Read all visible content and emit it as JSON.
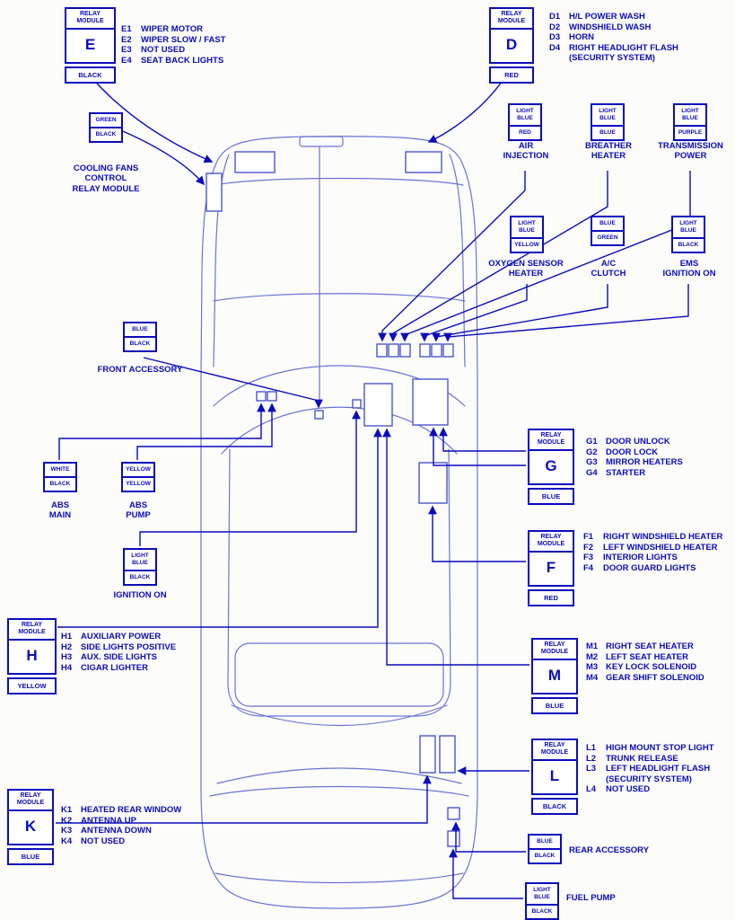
{
  "palette": {
    "ink": "#0b0bbe",
    "car_line": "#6a74d6",
    "background": "#fcfcfa"
  },
  "modules": {
    "e": {
      "header": "RELAY MODULE",
      "letter": "E",
      "color": "BLACK",
      "items": [
        {
          "code": "E1",
          "text": "WIPER MOTOR"
        },
        {
          "code": "E2",
          "text": "WIPER SLOW / FAST"
        },
        {
          "code": "E3",
          "text": "NOT USED"
        },
        {
          "code": "E4",
          "text": "SEAT BACK LIGHTS"
        }
      ]
    },
    "d": {
      "header": "RELAY MODULE",
      "letter": "D",
      "color": "RED",
      "items": [
        {
          "code": "D1",
          "text": "H/L POWER WASH"
        },
        {
          "code": "D2",
          "text": "WINDSHIELD WASH"
        },
        {
          "code": "D3",
          "text": "HORN"
        },
        {
          "code": "D4",
          "text": "RIGHT HEADLIGHT FLASH\n(SECURITY SYSTEM)"
        }
      ]
    },
    "g": {
      "header": "RELAY MODULE",
      "letter": "G",
      "color": "BLUE",
      "items": [
        {
          "code": "G1",
          "text": "DOOR UNLOCK"
        },
        {
          "code": "G2",
          "text": "DOOR LOCK"
        },
        {
          "code": "G3",
          "text": "MIRROR HEATERS"
        },
        {
          "code": "G4",
          "text": "STARTER"
        }
      ]
    },
    "f": {
      "header": "RELAY MODULE",
      "letter": "F",
      "color": "RED",
      "items": [
        {
          "code": "F1",
          "text": "RIGHT WINDSHIELD HEATER"
        },
        {
          "code": "F2",
          "text": "LEFT WINDSHIELD HEATER"
        },
        {
          "code": "F3",
          "text": "INTERIOR LIGHTS"
        },
        {
          "code": "F4",
          "text": "DOOR GUARD LIGHTS"
        }
      ]
    },
    "h": {
      "header": "RELAY MODULE",
      "letter": "H",
      "color": "YELLOW",
      "items": [
        {
          "code": "H1",
          "text": "AUXILIARY POWER"
        },
        {
          "code": "H2",
          "text": "SIDE LIGHTS POSITIVE"
        },
        {
          "code": "H3",
          "text": "AUX. SIDE LIGHTS"
        },
        {
          "code": "H4",
          "text": "CIGAR LIGHTER"
        }
      ]
    },
    "m": {
      "header": "RELAY MODULE",
      "letter": "M",
      "color": "BLUE",
      "items": [
        {
          "code": "M1",
          "text": "RIGHT SEAT HEATER"
        },
        {
          "code": "M2",
          "text": "LEFT SEAT HEATER"
        },
        {
          "code": "M3",
          "text": "KEY LOCK SOLENOID"
        },
        {
          "code": "M4",
          "text": "GEAR SHIFT SOLENOID"
        }
      ]
    },
    "l": {
      "header": "RELAY MODULE",
      "letter": "L",
      "color": "BLACK",
      "items": [
        {
          "code": "L1",
          "text": "HIGH MOUNT STOP LIGHT"
        },
        {
          "code": "L2",
          "text": "TRUNK RELEASE"
        },
        {
          "code": "L3",
          "text": "LEFT HEADLIGHT FLASH\n(SECURITY SYSTEM)"
        },
        {
          "code": "L4",
          "text": "NOT USED"
        }
      ]
    },
    "k": {
      "header": "RELAY MODULE",
      "letter": "K",
      "color": "BLUE",
      "items": [
        {
          "code": "K1",
          "text": "HEATED REAR WINDOW"
        },
        {
          "code": "K2",
          "text": "ANTENNA UP"
        },
        {
          "code": "K3",
          "text": "ANTENNA DOWN"
        },
        {
          "code": "K4",
          "text": "NOT USED"
        }
      ]
    }
  },
  "connectors": {
    "cooling_fans": {
      "top": "GREEN",
      "bottom": "BLACK",
      "label": "COOLING FANS\nCONTROL\nRELAY MODULE"
    },
    "air_injection": {
      "top": "LIGHT BLUE",
      "bottom": "RED",
      "label": "AIR\nINJECTION"
    },
    "breather_heater": {
      "top": "LIGHT BLUE",
      "bottom": "BLUE",
      "label": "BREATHER\nHEATER"
    },
    "transmission_power": {
      "top": "LIGHT BLUE",
      "bottom": "PURPLE",
      "label": "TRANSMISSION\nPOWER"
    },
    "oxygen_sensor": {
      "top": "LIGHT BLUE",
      "bottom": "YELLOW",
      "label": "OXYGEN SENSOR\nHEATER"
    },
    "ac_clutch": {
      "top": "BLUE",
      "bottom": "GREEN",
      "label": "A/C\nCLUTCH"
    },
    "ems_ignition": {
      "top": "LIGHT BLUE",
      "bottom": "BLACK",
      "label": "EMS\nIGNITION ON"
    },
    "front_accessory": {
      "top": "BLUE",
      "bottom": "BLACK",
      "label": "FRONT ACCESSORY"
    },
    "abs_main": {
      "top": "WHITE",
      "bottom": "BLACK",
      "label": "ABS\nMAIN"
    },
    "abs_pump": {
      "top": "YELLOW",
      "bottom": "YELLOW",
      "label": "ABS\nPUMP"
    },
    "ignition_on": {
      "top": "LIGHT BLUE",
      "bottom": "BLACK",
      "label": "IGNITION ON"
    },
    "rear_accessory": {
      "top": "BLUE",
      "bottom": "BLACK",
      "label": "REAR ACCESSORY"
    },
    "fuel_pump": {
      "top": "LIGHT BLUE",
      "bottom": "BLACK",
      "label": "FUEL PUMP"
    }
  }
}
